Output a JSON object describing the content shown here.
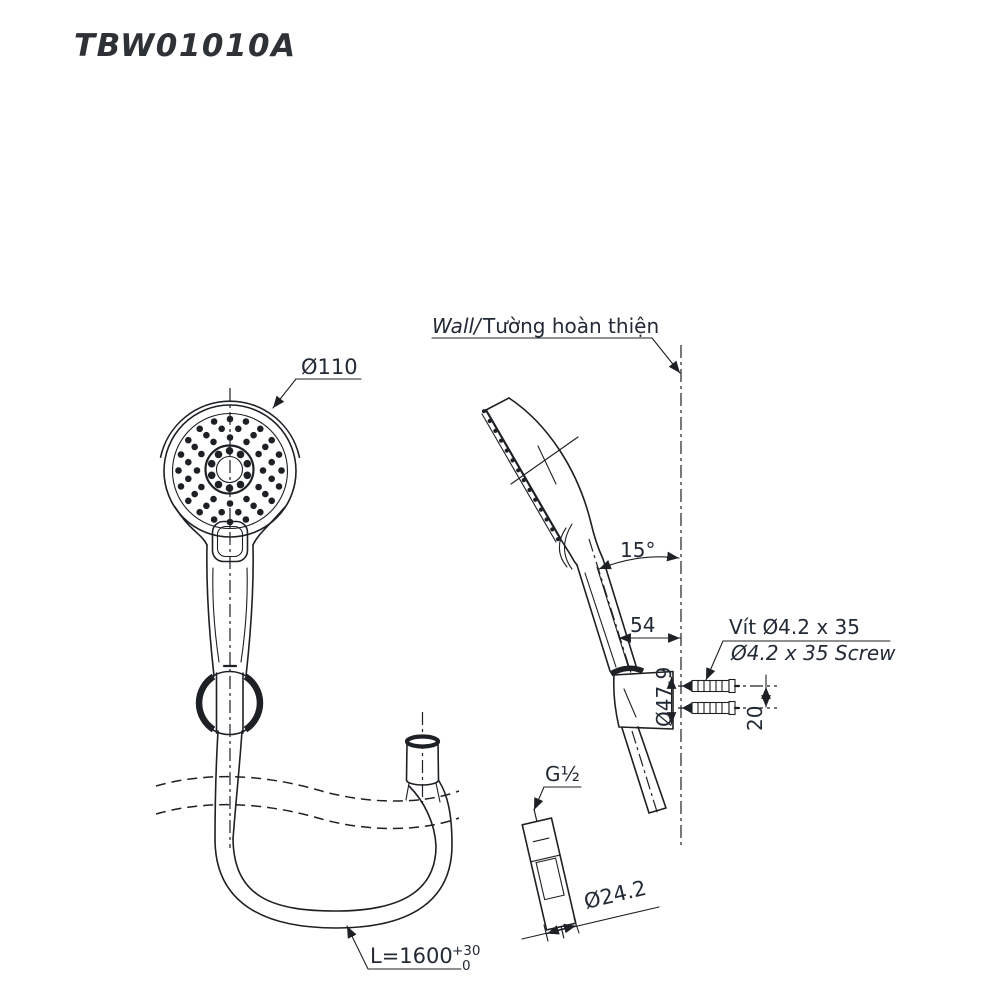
{
  "title": "TBW01010A",
  "colors": {
    "line": "#1d2024",
    "text": "#222a36",
    "background": "#ffffff"
  },
  "front_view": {
    "head_diameter_label": "Ø110",
    "hose_length_label": "L=1600",
    "hose_length_tolerance_plus": "+30",
    "hose_length_tolerance_minus": "0"
  },
  "side_view": {
    "wall_label_en": "Wall/",
    "wall_label_vi": "Tường hoàn thiện",
    "angle_label": "15°",
    "wall_offset_label": "54",
    "screw_label_vi": "Vít Ø4.2 x 35",
    "screw_label_en": "Ø4.2 x 35 Screw",
    "bracket_diameter_label": "Ø47.9",
    "screw_spacing_label": "20",
    "thread_label": "G½",
    "connector_diameter_label": "Ø24.2"
  }
}
